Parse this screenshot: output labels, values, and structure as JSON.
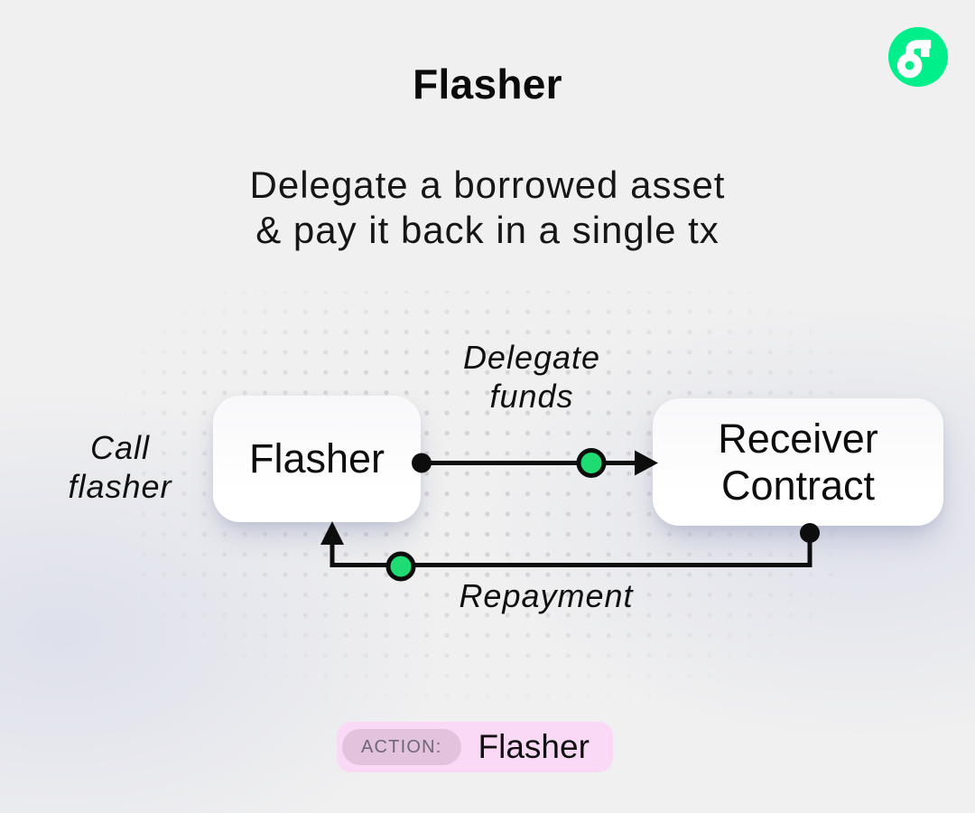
{
  "header": {
    "title": "Flasher",
    "subtitle_lines": [
      "Delegate a borrowed asset",
      "& pay it back in a single tx"
    ]
  },
  "logo": {
    "name": "flow-logo",
    "brand_color": "#00EF8B"
  },
  "diagram": {
    "nodes": [
      {
        "id": "flasher",
        "label": "Flasher"
      },
      {
        "id": "receiver-contract",
        "label_lines": [
          "Receiver",
          "Contract"
        ]
      }
    ],
    "edges": [
      {
        "id": "delegate-funds",
        "label_lines": [
          "Delegate",
          "funds"
        ],
        "from": "flasher",
        "to": "receiver-contract"
      },
      {
        "id": "repayment",
        "label": "Repayment",
        "from": "receiver-contract",
        "to": "flasher"
      }
    ],
    "annotation_lines": [
      "Call",
      "flasher"
    ],
    "colors": {
      "line": "#0d0d0d",
      "marker_green": "#1edc72",
      "node_bg": "#ffffff",
      "dot_grid": "#d3d3d8"
    }
  },
  "footer": {
    "action_label": "ACTION:",
    "action_value": "Flasher",
    "colors": {
      "badge_bg": "#fad9f6",
      "pill_bg": "#e2c2dc",
      "label_text": "#6e6876"
    }
  }
}
